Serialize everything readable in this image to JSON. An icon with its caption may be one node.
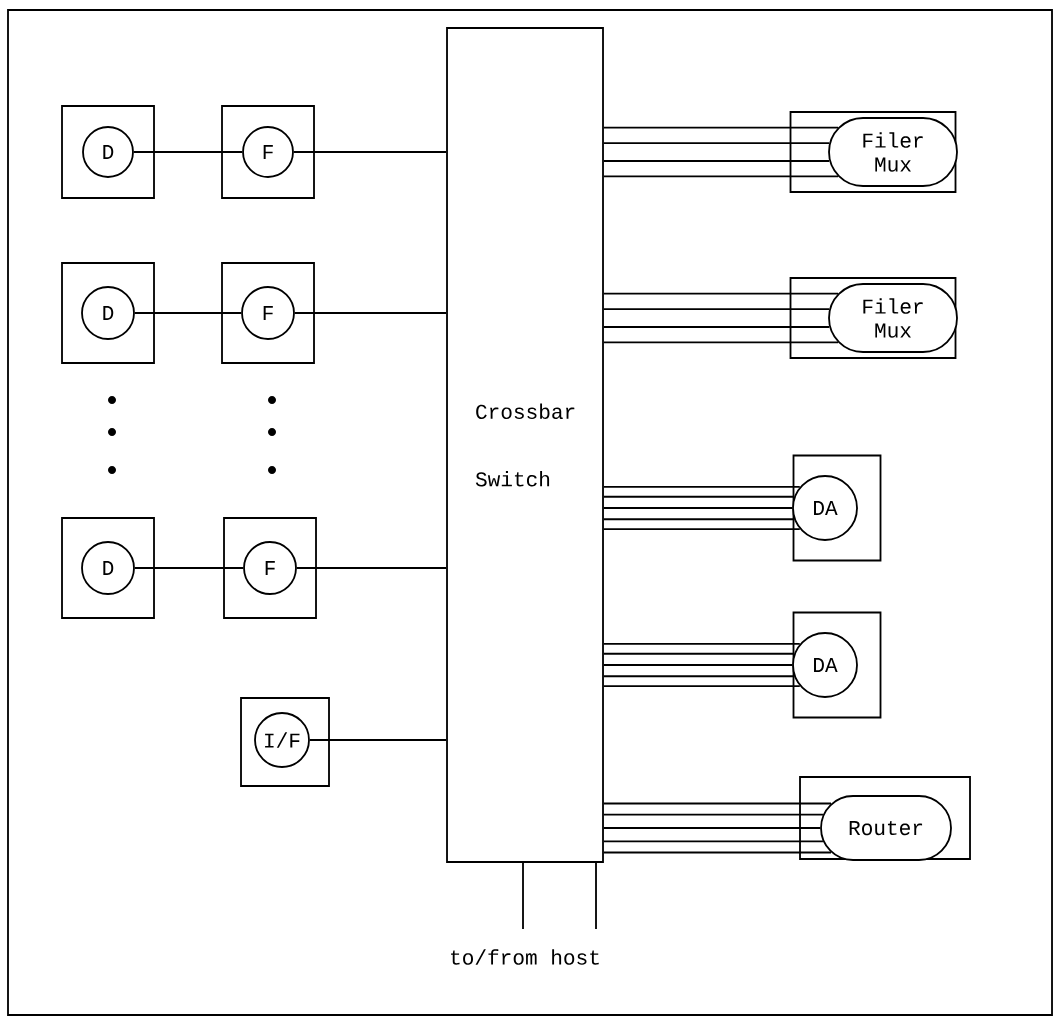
{
  "diagram": {
    "nodes": [
      {
        "text": [],
        "shape": "box"
      },
      {
        "text": [
          "D"
        ],
        "in": 0
      },
      {
        "text": [],
        "shape": "box"
      },
      {
        "text": [
          "F"
        ],
        "in": 2
      },
      {
        "text": [],
        "shape": "box"
      },
      {
        "text": [
          "D"
        ],
        "in": 4
      },
      {
        "text": [],
        "shape": "box"
      },
      {
        "text": [
          "F"
        ],
        "in": 6
      },
      {
        "text": [],
        "shape": "box"
      },
      {
        "text": [
          "D"
        ],
        "in": 8
      },
      {
        "text": [],
        "shape": "box"
      },
      {
        "text": [
          "F"
        ],
        "in": 10
      },
      {
        "text": [],
        "shape": "box"
      },
      {
        "text": [
          "I/F"
        ],
        "in": 12
      },
      {
        "text": [
          "Crossbar Switch"
        ]
      },
      {
        "text": [],
        "shape": "box"
      },
      {
        "text": [
          "Filer Mux"
        ],
        "in": 15
      },
      {
        "text": [],
        "shape": "box"
      },
      {
        "text": [
          "Filer Mux"
        ],
        "in": 17
      },
      {
        "text": [],
        "shape": "box"
      },
      {
        "text": [
          "DA"
        ],
        "in": 19
      },
      {
        "text": [],
        "shape": "box"
      },
      {
        "text": [
          "DA"
        ],
        "in": 21
      },
      {
        "text": [],
        "shape": "box"
      },
      {
        "text": [
          "Router"
        ],
        "in": 23
      }
    ],
    "edges": [
      {
        "from": 1,
        "to": 3,
        "arrow": "none"
      },
      {
        "from": 3,
        "to": 14,
        "arrow": "none"
      },
      {
        "from": 5,
        "to": 7,
        "arrow": "none"
      },
      {
        "from": 7,
        "to": 14,
        "arrow": "none"
      },
      {
        "from": 9,
        "to": 11,
        "arrow": "none"
      },
      {
        "from": 11,
        "to": 14,
        "arrow": "none"
      },
      {
        "from": 13,
        "to": 14,
        "arrow": "none"
      },
      {
        "from": 14,
        "to": 16,
        "arrow": "none"
      },
      {
        "from": 14,
        "to": 16,
        "arrow": "none"
      },
      {
        "from": 14,
        "to": 16,
        "arrow": "none"
      },
      {
        "from": 14,
        "to": 16,
        "arrow": "none"
      },
      {
        "from": 14,
        "to": 18,
        "arrow": "none"
      },
      {
        "from": 14,
        "to": 18,
        "arrow": "none"
      },
      {
        "from": 14,
        "to": 18,
        "arrow": "none"
      },
      {
        "from": 14,
        "to": 18,
        "arrow": "none"
      },
      {
        "from": 14,
        "to": 20,
        "arrow": "none"
      },
      {
        "from": 14,
        "to": 20,
        "arrow": "none"
      },
      {
        "from": 14,
        "to": 20,
        "arrow": "none"
      },
      {
        "from": 14,
        "to": 20,
        "arrow": "none"
      },
      {
        "from": 14,
        "to": 20,
        "arrow": "none"
      },
      {
        "from": 14,
        "to": 22,
        "arrow": "none"
      },
      {
        "from": 14,
        "to": 22,
        "arrow": "none"
      },
      {
        "from": 14,
        "to": 22,
        "arrow": "none"
      },
      {
        "from": 14,
        "to": 22,
        "arrow": "none"
      },
      {
        "from": 14,
        "to": 22,
        "arrow": "none"
      },
      {
        "from": 14,
        "to": 24,
        "arrow": "none"
      },
      {
        "from": 14,
        "to": 24,
        "arrow": "none"
      },
      {
        "from": 14,
        "to": 24,
        "arrow": "none"
      },
      {
        "from": 14,
        "to": 24,
        "arrow": "none"
      },
      {
        "from": 14,
        "to": 24,
        "arrow": "none"
      },
      {
        "from": 14,
        "to": null,
        "arrow": "none"
      },
      {
        "from": 14,
        "to": null,
        "arrow": "none"
      }
    ],
    "labels": [
      "to/from host"
    ]
  }
}
